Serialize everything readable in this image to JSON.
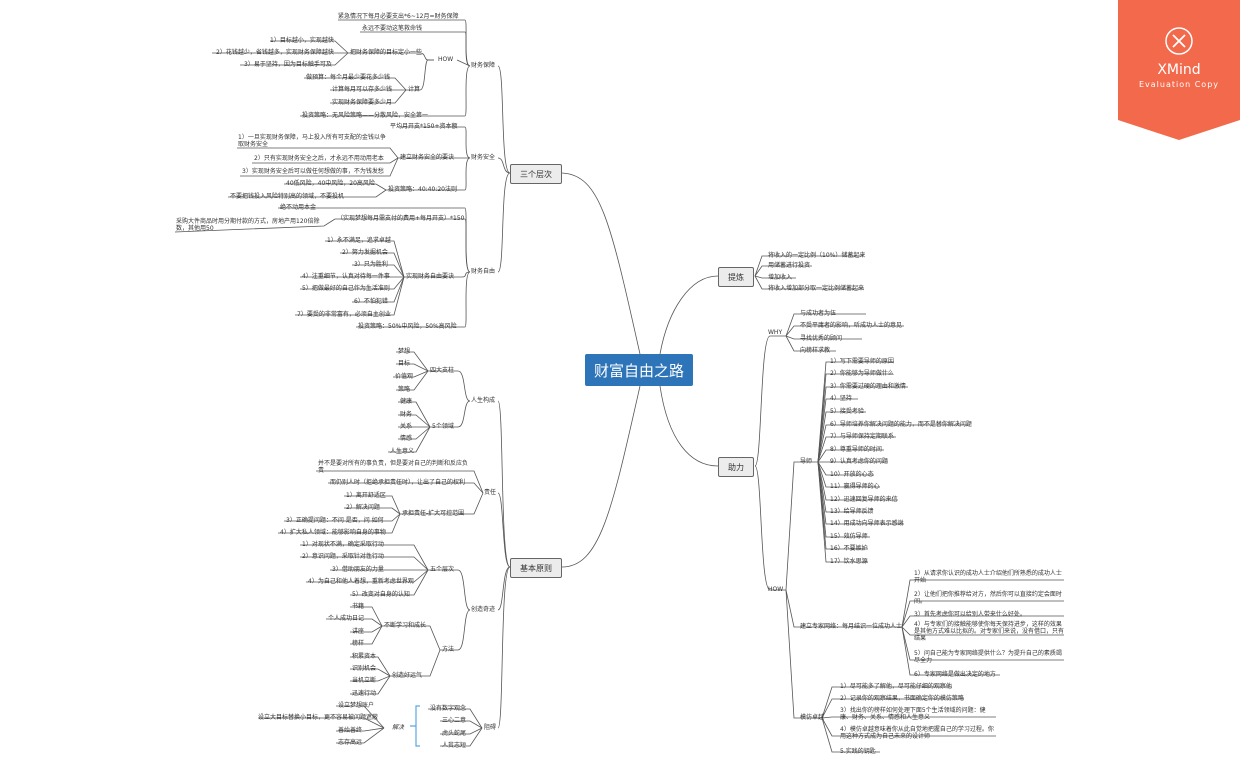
{
  "center": "财富自由之路",
  "main": {
    "sanceng": "三个层次",
    "jibenyuanze": "基本原则",
    "tilian": "提炼",
    "zhuli": "助力"
  },
  "caiwubaozhang": {
    "title": "财务保障",
    "n1": "紧急情况下每月必要支出*6~12月=财务保障",
    "n2": "永远不要动这笔救命钱",
    "how": "HOW",
    "goal": "把财务保障的目标定小一些",
    "g1": "1）目标越小，实现越快",
    "g2": "2）花钱越少，省钱越多，实现财务保障越快",
    "g3": "3）易于坚持，因为目标触手可及",
    "calc": "计算",
    "c1": "做预算：每个月最少要花多少钱",
    "c2": "计算每月可以存多少钱",
    "c3": "实现财务保障要多少月",
    "invest": "投资策略：无风险策略——分散风险，安全第一"
  },
  "caiwuanquan": {
    "title": "财务安全",
    "n1": "平均月开支*150+资本额",
    "build": "建立财务安全的要诀",
    "b1": "1）一旦实现财务保障，马上投入所有可支配的金钱以争取财务安全",
    "b2": "2）只有实现财务安全之后，才永远不用动用老本",
    "b3": "3）实现财务安全后可以做任何想做的事，不为钱发愁",
    "invest": "投资策略：40:40:20法则",
    "i1": "40低风险，40中风险，20高风险",
    "i2": "不要把钱投入风险特别高的领域，不要投机"
  },
  "caiwuziyou": {
    "title": "财务自由",
    "n1": "绝不动用本金",
    "n2": "（实现梦想每月需支付的费用+每月开支）*150",
    "n3": "采购大件商品时用分期付款的方式，房地产用120倍除数，其他用50",
    "secret": "实现财务自由要诀",
    "s1": "1）永不满足，追求卓越",
    "s2": "2）努力发掘机会",
    "s3": "3）只为胜利",
    "s4": "4）注重细节，认真对待每一件事",
    "s5": "5）把做最好的自己作为生活准则",
    "s6": "6）不怕犯错",
    "s7": "7）要受的非常富有，必须自主创业",
    "invest": "投资策略：50%中风险，50%高风险"
  },
  "rensheng": {
    "title": "人生构成",
    "sida": "四大支柱",
    "sida_items": [
      "梦想",
      "目标",
      "价值观",
      "策略"
    ],
    "lingyu": "5个领域",
    "lingyu_items": [
      "健康",
      "财务",
      "关系",
      "情感",
      "人生意义"
    ]
  },
  "zeren": {
    "title": "责任",
    "n1": "并不是要对所有的事负责，但是要对自己的判断和反应负责",
    "n2": "而仍别人时（拒绝承担责任时），让出了自己的权利",
    "expand": "承担责任-扩大可控范围",
    "e1": "1）离开舒适区",
    "e2": "2）解决问题",
    "e3": "3）正确提问题：不问 是否，问 如何",
    "e4": "4）扩大私人领域：能够影响自身的事物"
  },
  "chuangzao": {
    "title": "创造奇迹",
    "wuge": "五个层次",
    "w1": "1）对现状不满，确定采取行动",
    "w2": "2）意识问题，采取针对性行动",
    "w3": "3）借助朋友的力量",
    "w4": "4）为自己和他人着想，重新考虑世界观",
    "w5": "5）改变对自身的认知",
    "fangfa": "方法",
    "learn": "不断学习和成长",
    "learn_items": [
      "书籍",
      "个人成功日记",
      "讲座",
      "榜样"
    ],
    "luck": "创造好运气",
    "luck_items": [
      "积累资本",
      "识别机会",
      "当机立断",
      "迅速行动"
    ]
  },
  "zuai": {
    "title": "阻碍",
    "z1": "没有数字观念",
    "z2": "三心二意",
    "z3": "虎头蛇尾",
    "z4": "人贫志短",
    "jiejue": "解决",
    "j1": "设立梦想账户",
    "j2": "设立大目标替换小目标，更不容易被问题遮蔽",
    "j3": "善始善终",
    "j4": "志存高远"
  },
  "tilian_items": [
    "将收入的一定比例（10%）储蓄起来",
    "用储蓄进行投资",
    "增加收入",
    "将收入增加部分取一定比例储蓄起来"
  ],
  "why": {
    "label": "WHY",
    "items": [
      "与成功者为伍",
      "不受平庸者的影响，听成功人士的意见",
      "寻找优秀的顾问",
      "向榜样求教"
    ]
  },
  "how": {
    "label": "HOW",
    "daoshi": "导师",
    "daoshi_items": [
      "1）写下需要导师的原因",
      "2）你能够为导师做什么",
      "3）你需要过硬的理由和激情",
      "4）坚持",
      "5）接受考验",
      "6）导师培养你解决问题的能力，而不是替你解决问题",
      "7）与导师保持定期联系",
      "8）尊重导师的时间",
      "9）认真考虑你的问题",
      "10）开放的心态",
      "11）赢得导师的心",
      "12）迅速回复导师的来信",
      "13）给导师反馈",
      "14）用成功向导师表示感谢",
      "15）效仿导师",
      "16）不要嫉妒",
      "17）饮水思源"
    ],
    "zhuanjia": "建立专家网络：每月结识一位成功人士",
    "zhuanjia_items": [
      "1）从请求你认识的成功人士介绍他们所熟悉的成功人士开始",
      "2）让他们把你推荐给对方，然后你可以直接约定会面时间。",
      "3）首先考虑你可以给别人带来什么好处。",
      "4）与专家们的接触能够使你每天保持进步，这样的效果是其他方式难以比拟的。对专家们来说，没有借口，只有结果",
      "5）问自己能为专家网络提供什么？为提升自己的素质竭尽全力",
      "6）专家网络是做出决定的地方"
    ],
    "mofang": "模仿卓越",
    "mofang_items": [
      "1）尽可能多了解他，尽可能仔细的观察他",
      "2）记录你的观察结果，书面确定你的模仿策略",
      "3）找出你的榜样如何处理下面5个生活领域的问题：健康、财务、关系、情感和人生意义",
      "4）模仿卓越意味着你从此自觉地把握自己的学习过程。你用这种方式成为自己未来的设计师",
      "5.实践的钥匙"
    ]
  },
  "watermark": {
    "brand": "XMind",
    "sub": "Evaluation Copy",
    "color": "#f26a4b"
  },
  "colors": {
    "center": "#2d74b8",
    "line": "#555555",
    "bracket": "#5aa8e0"
  }
}
